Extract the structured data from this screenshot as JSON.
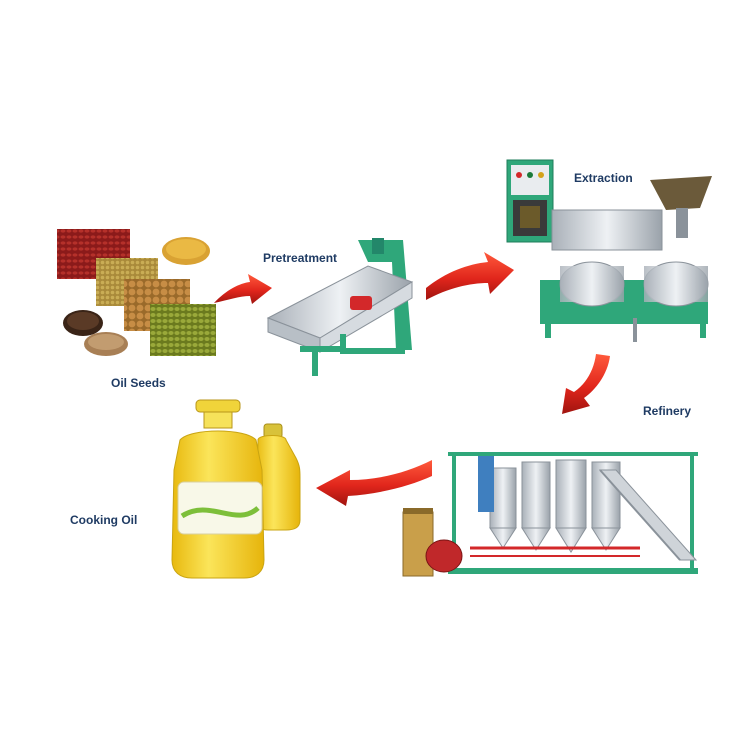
{
  "steps": {
    "oil_seeds": "Oil Seeds",
    "pretreatment": "Pretreatment",
    "extraction": "Extraction",
    "refinery": "Refinery",
    "cooking_oil": "Cooking Oil"
  },
  "colors": {
    "arrow_red": "#e1261c",
    "arrow_dark": "#a0140f",
    "label_blue": "#1f3b63",
    "machine_green": "#2fa77a",
    "steel": "#c9ced4",
    "oil_yellow": "#f3d21c"
  },
  "icons": [
    "oil-seeds-image",
    "pretreatment-machine-image",
    "extraction-press-image",
    "refinery-plant-image",
    "cooking-oil-bottles-image"
  ]
}
